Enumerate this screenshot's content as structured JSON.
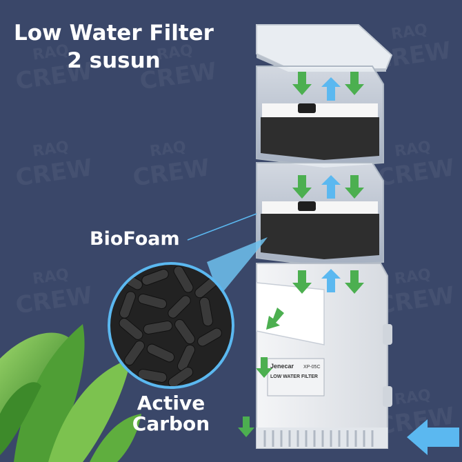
{
  "title": {
    "line1": "Low Water Filter",
    "line2": "2 susun"
  },
  "labels": {
    "biofoam": "BioFoam",
    "carbon_line1": "Active",
    "carbon_line2": "Carbon"
  },
  "watermark": {
    "top": "RAQ",
    "bottom": "CREW"
  },
  "device": {
    "brand": "Jenecar",
    "model": "XP-05C",
    "name": "LOW WATER FILTER"
  },
  "colors": {
    "background": "#3a4769",
    "flow_down": "#4caf50",
    "flow_up": "#5bb8f0",
    "foam": "#2e2e2e",
    "carbon": "#2a2a2a"
  }
}
